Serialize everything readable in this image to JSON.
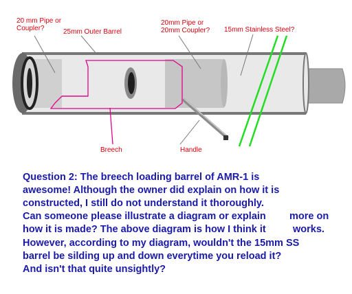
{
  "labels": {
    "pipe_left": "20 mm Pipe or\nCoupler?",
    "outer_barrel": "25mm Outer Barrel",
    "pipe_right": "20mm Pipe or\n20mm Coupler?",
    "stainless": "15mm Stainless Steel?",
    "breech": "Breech",
    "handle": "Handle"
  },
  "question": {
    "line1": "Question 2: The breech loading barrel of AMR-1 is",
    "line2": "awesome! Although the owner did explain on how it is",
    "line3": "constructed, I still do not understand it thoroughly.",
    "line4a": "Can someone please illustrate a diagram or explain",
    "line4b": "more on",
    "line5a": "how it is made? The above diagram is how I think it",
    "line5b": "works.",
    "line6": "However, according to my diagram, wouldn't  the 15mm SS",
    "line7": "barrel be silding up and down everytime you  reload it?",
    "line8": "And isn't that quite unsightly?"
  },
  "colors": {
    "label_red": "#d9000d",
    "question_blue": "#1a1aa8",
    "breech_magenta": "#e0008a",
    "highlight_green": "#22dd22"
  }
}
